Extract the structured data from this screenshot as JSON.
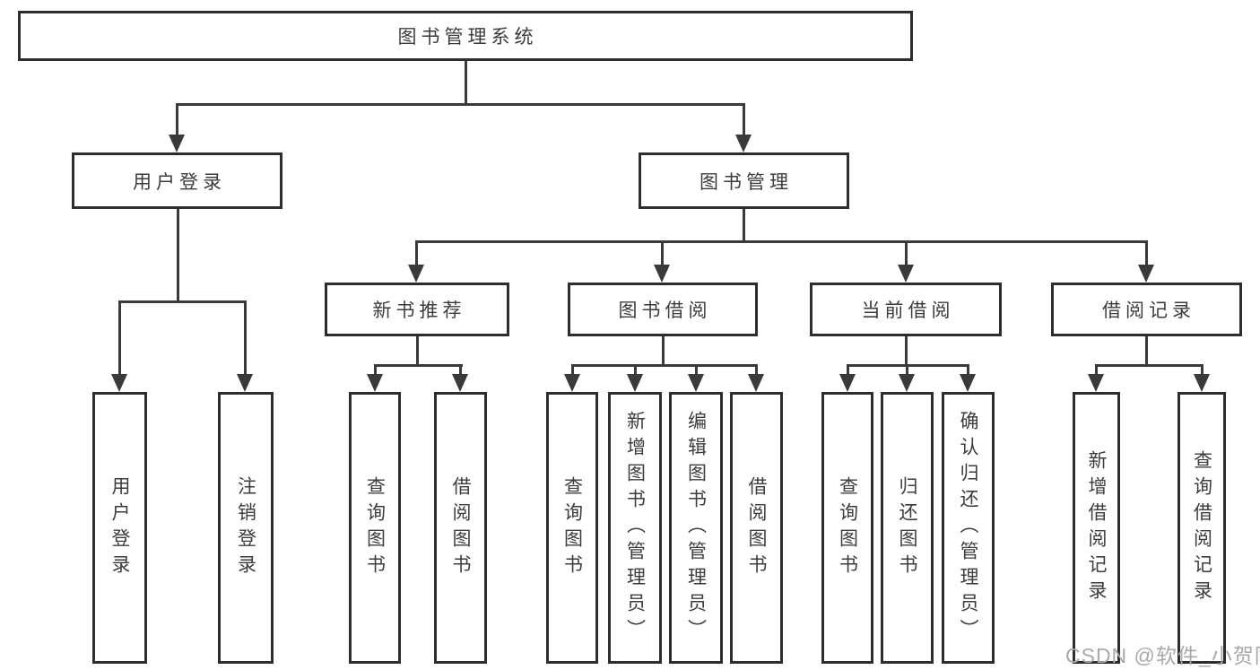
{
  "diagram": {
    "root": {
      "label": "图书管理系统",
      "children": [
        {
          "label": "用户登录",
          "children": [
            {
              "label": "用户登录"
            },
            {
              "label": "注销登录"
            }
          ]
        },
        {
          "label": "图书管理",
          "children": [
            {
              "label": "新书推荐",
              "children": [
                {
                  "label": "查询图书"
                },
                {
                  "label": "借阅图书"
                }
              ]
            },
            {
              "label": "图书借阅",
              "children": [
                {
                  "label": "查询图书"
                },
                {
                  "label": "新增图书（管理员）"
                },
                {
                  "label": "编辑图书（管理员）"
                },
                {
                  "label": "借阅图书"
                }
              ]
            },
            {
              "label": "当前借阅",
              "children": [
                {
                  "label": "查询图书"
                },
                {
                  "label": "归还图书"
                },
                {
                  "label": "确认归还（管理员）"
                }
              ]
            },
            {
              "label": "借阅记录",
              "children": [
                {
                  "label": "新增借阅记录"
                },
                {
                  "label": "查询借阅记录"
                }
              ]
            }
          ]
        }
      ]
    }
  },
  "watermark": {
    "text": "CSDN @软件_小贺同学"
  },
  "colors": {
    "background": "#ffffff",
    "box_border": "#2d2d2d",
    "connector": "#3a3a3a",
    "text": "#3c3c3c",
    "watermark": "#a9a9a9"
  }
}
